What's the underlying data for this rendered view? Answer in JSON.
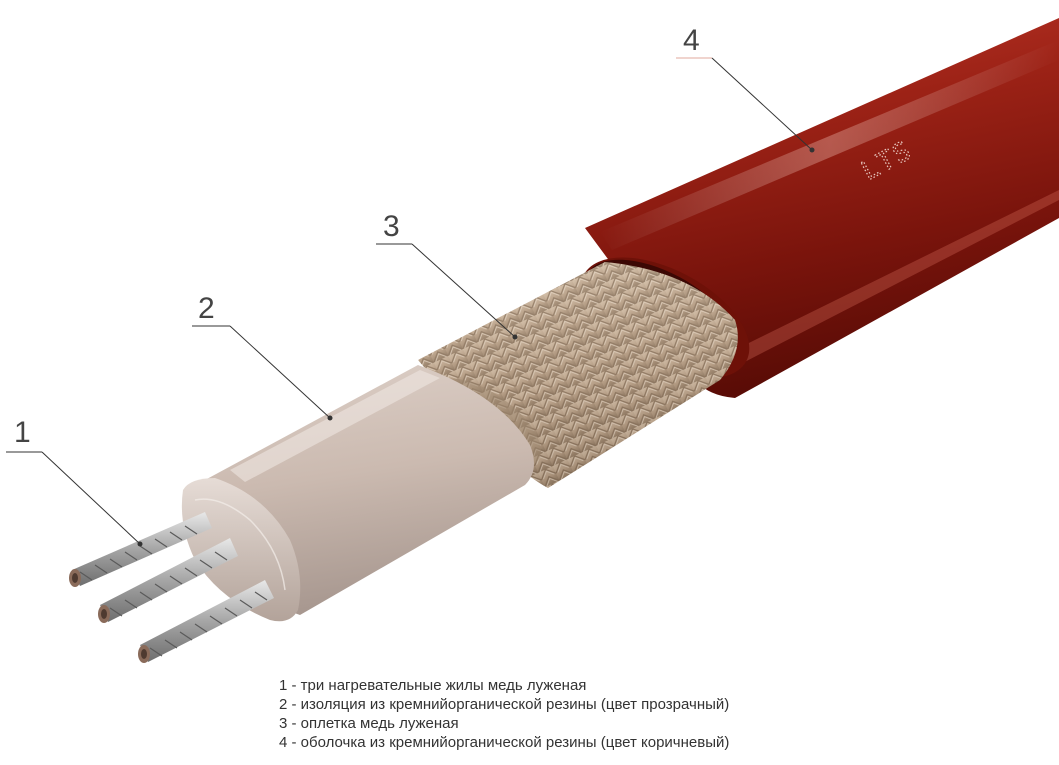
{
  "logo_text": "LTS",
  "callouts": [
    {
      "number": "1"
    },
    {
      "number": "2"
    },
    {
      "number": "3"
    },
    {
      "number": "4"
    }
  ],
  "legend": [
    "1 - три нагревательные жилы медь луженая",
    "2 - изоляция из кремнийорганической резины (цвет прозрачный)",
    "3 - оплетка медь луженая",
    "4 - оболочка из кремнийорганической резины (цвет коричневый)"
  ],
  "colors": {
    "jacket": "#8e1c12",
    "insulation": "#cdbcb2",
    "braid": "#b9a188",
    "conductor": "#9a9a9a",
    "leader_line": "#333333"
  }
}
